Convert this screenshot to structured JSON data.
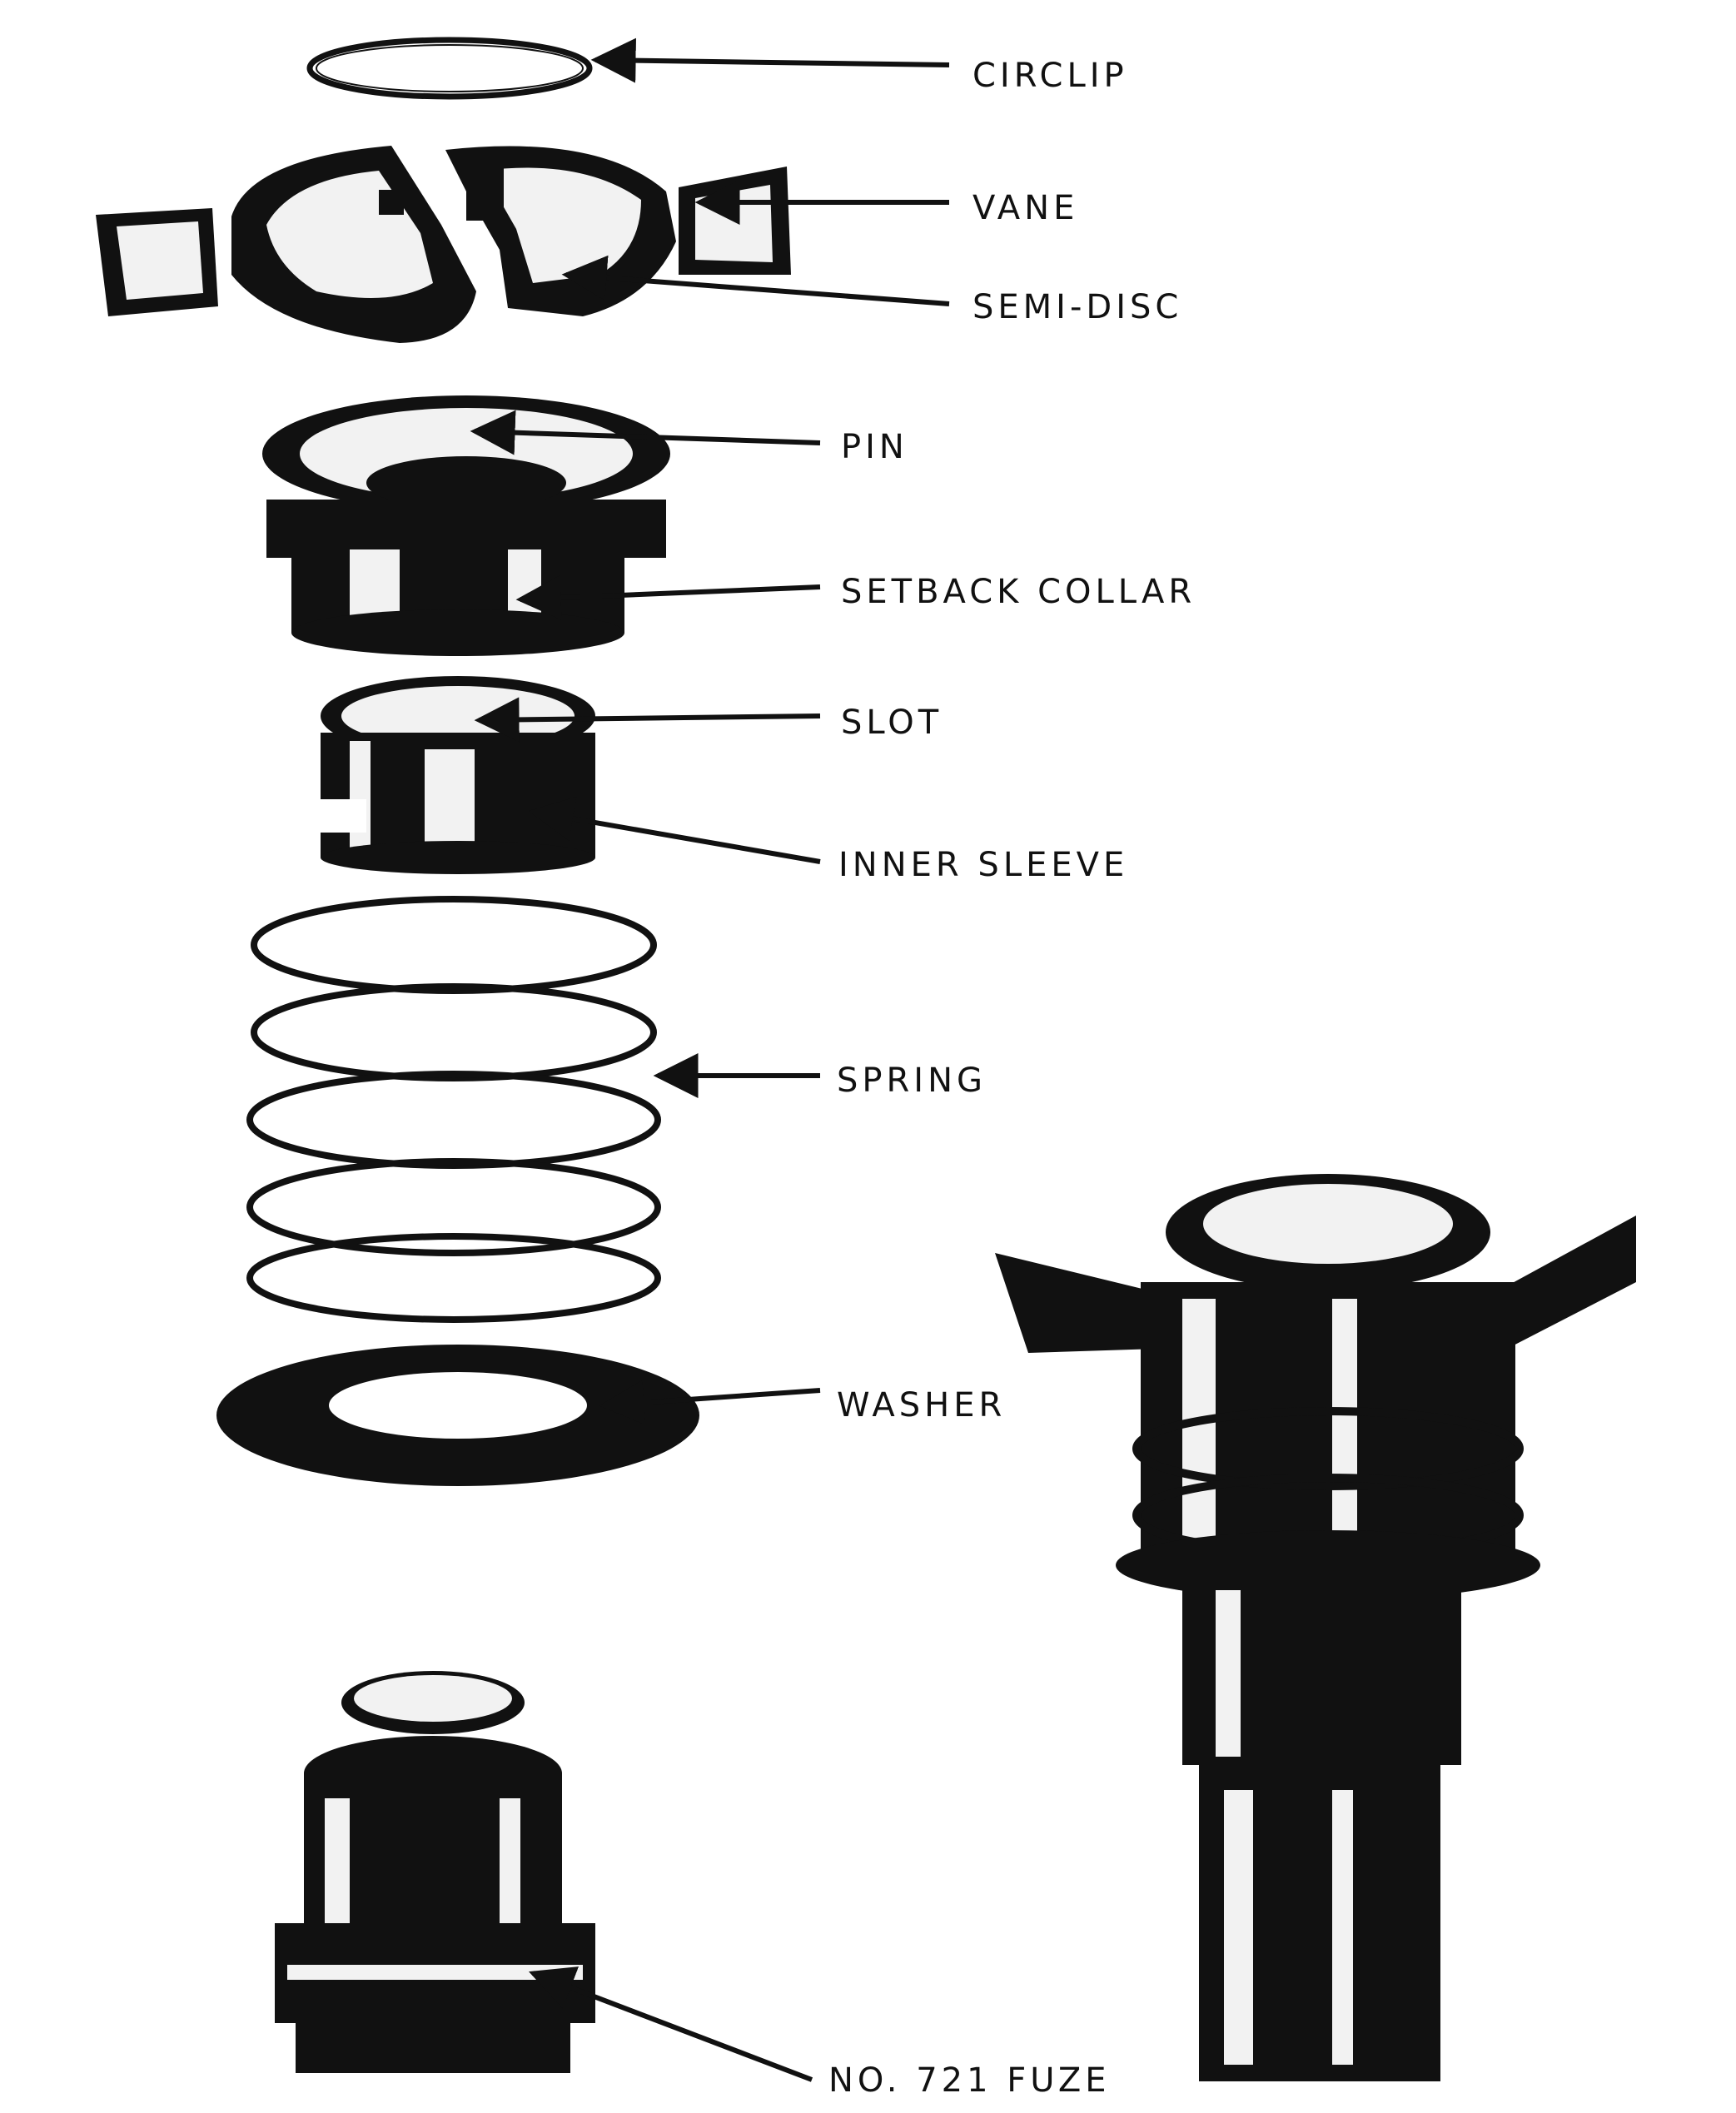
{
  "labels": {
    "circlip": "CIRCLIP",
    "vane": "VANE",
    "semi_disc": "SEMI-DISC",
    "pin": "PIN",
    "setback_collar": "SETBACK COLLAR",
    "slot": "SLOT",
    "inner_sleeve": "INNER SLEEVE",
    "spring": "SPRING",
    "washer": "WASHER",
    "fuze": "NO. 721 FUZE"
  },
  "colors": {
    "ink": "#111111",
    "paper": "#ffffff",
    "highlight": "#f2f2f2"
  }
}
